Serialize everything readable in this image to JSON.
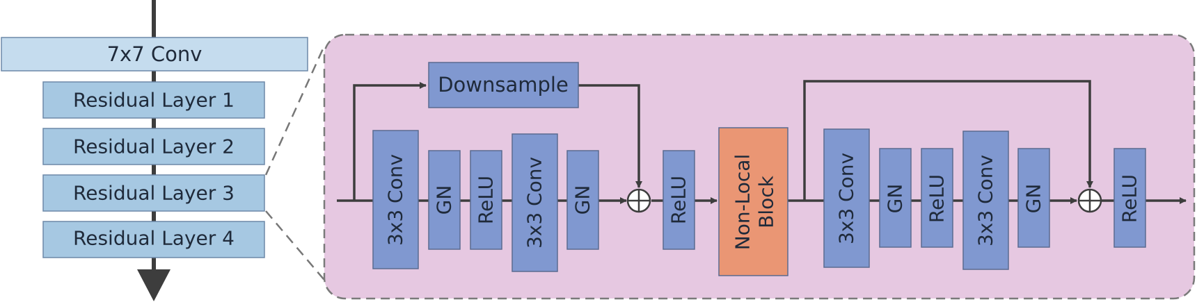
{
  "backbone": {
    "stem_label": "7x7 Conv",
    "layers": [
      "Residual Layer 1",
      "Residual Layer 2",
      "Residual Layer 3",
      "Residual Layer 4"
    ]
  },
  "block": {
    "downsample_label": "Downsample",
    "first_half": {
      "conv_a": "3x3 Conv",
      "gn_a": "GN",
      "relu_a": "ReLU",
      "conv_b": "3x3 Conv",
      "gn_b": "GN",
      "relu_out": "ReLU"
    },
    "nonlocal_line1": "Non-Local",
    "nonlocal_line2": "Block",
    "second_half": {
      "conv_a": "3x3 Conv",
      "gn_a": "GN",
      "relu_a": "ReLU",
      "conv_b": "3x3 Conv",
      "gn_b": "GN",
      "relu_out": "ReLU"
    }
  },
  "colors": {
    "stem_fill": "#c5dcee",
    "layer_fill": "#a6c8e2",
    "op_fill": "#8098d0",
    "nonlocal_fill": "#ea9674",
    "panel_fill": "#e6c8e1",
    "line": "#3d3d3d"
  }
}
